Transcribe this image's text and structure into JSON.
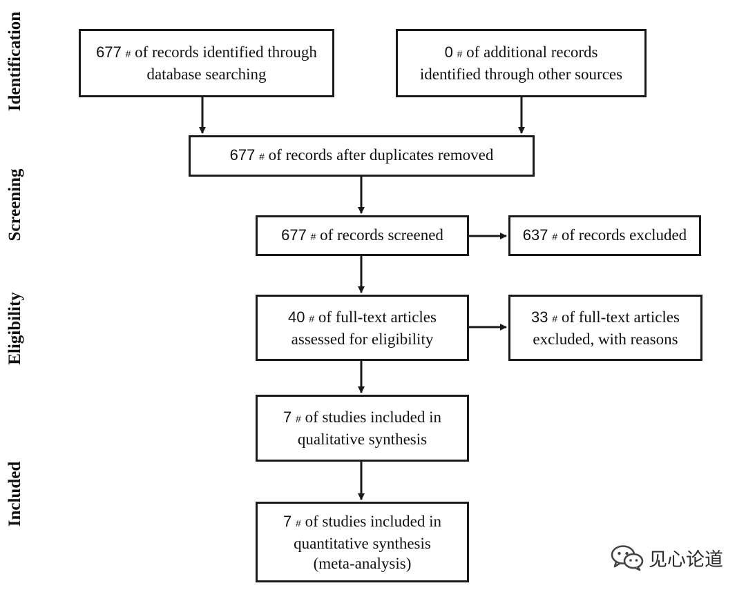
{
  "phases": {
    "identification": "Identification",
    "screening": "Screening",
    "eligibility": "Eligibility",
    "included": "Included"
  },
  "boxes": {
    "database": {
      "num": "677",
      "hash": "#",
      "l1": "of records identified through",
      "l2": "database searching"
    },
    "other": {
      "num": "0",
      "hash": "#",
      "l1": "of additional records",
      "l2": "identified through other sources"
    },
    "deduplicated": {
      "num": "677",
      "hash": "#",
      "l1": "of records after duplicates removed"
    },
    "screened": {
      "num": "677",
      "hash": "#",
      "l1": "of records screened"
    },
    "excluded": {
      "num": "637",
      "hash": "#",
      "l1": "of records excluded"
    },
    "fulltext": {
      "num": "40",
      "hash": "#",
      "l1": "of full-text articles",
      "l2": "assessed for eligibility"
    },
    "fulltext_excluded": {
      "num": "33",
      "hash": "#",
      "l1": "of full-text articles",
      "l2": "excluded, with reasons"
    },
    "qualitative": {
      "num": "7",
      "hash": "#",
      "l1": "of studies included in",
      "l2": "qualitative synthesis"
    },
    "quantitative": {
      "num": "7",
      "hash": "#",
      "l1": "of studies included in",
      "l2": "quantitative synthesis",
      "l3": "(meta-analysis)"
    }
  },
  "watermark": {
    "text": "见心论道",
    "icon": "wechat-icon"
  }
}
